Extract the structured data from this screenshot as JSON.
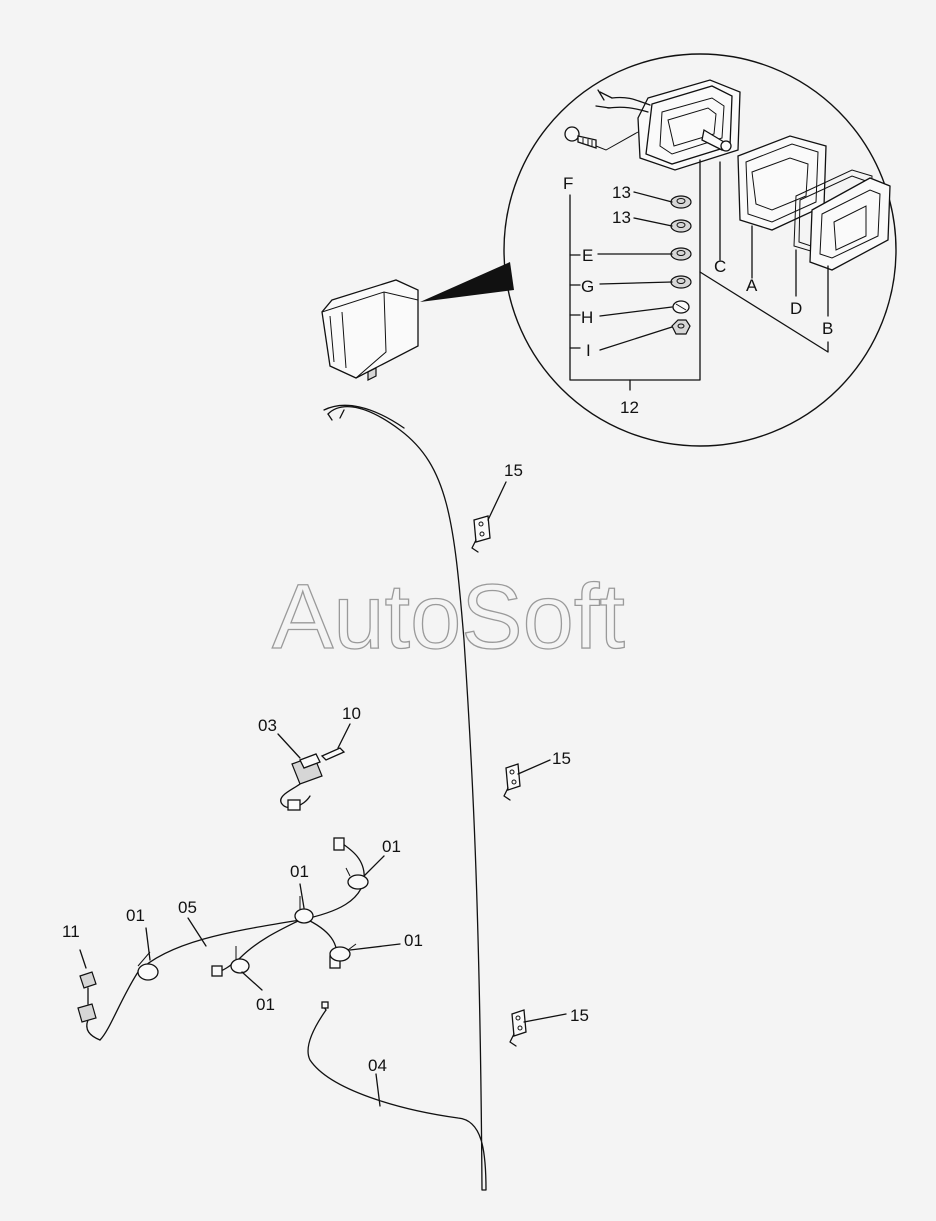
{
  "watermark": "AutoSoft",
  "labels": {
    "p12": "12",
    "p13a": "13",
    "p13b": "13",
    "A": "A",
    "B": "B",
    "C": "C",
    "D": "D",
    "E": "E",
    "F": "F",
    "G": "G",
    "H": "H",
    "I": "I",
    "p15a": "15",
    "p15b": "15",
    "p15c": "15",
    "p03": "03",
    "p10": "10",
    "p04": "04",
    "p05": "05",
    "p11": "11",
    "p01a": "01",
    "p01b": "01",
    "p01c": "01",
    "p01d": "01",
    "p01e": "01"
  }
}
